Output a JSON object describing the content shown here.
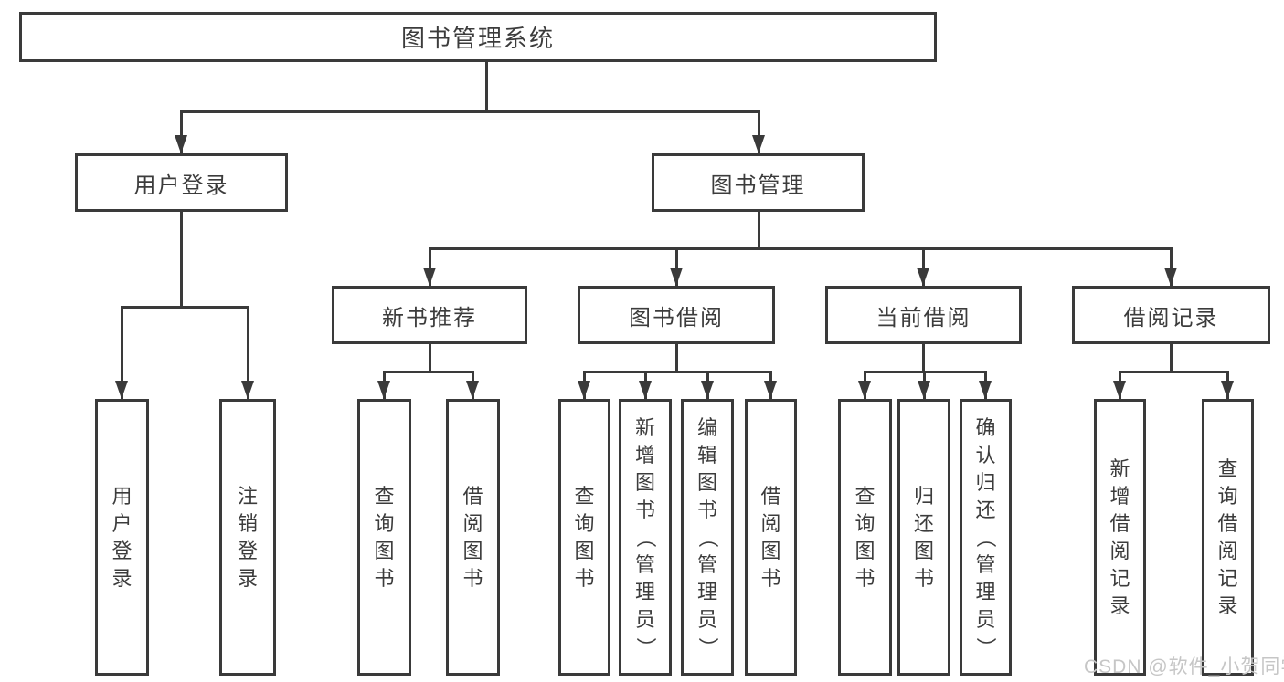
{
  "diagram_title": "图书管理系统",
  "watermark": "CSDN @软件_小贺同学",
  "colors": {
    "line": "#3a3a3a",
    "text": "#3c3c3c",
    "watermark": "#c6c6c6",
    "background": "#ffffff"
  },
  "chart_type": "tree-diagram",
  "tree": {
    "root": {
      "label": "图书管理系统"
    },
    "branches": [
      {
        "label": "用户登录",
        "children": [
          {
            "label": "用户登录"
          },
          {
            "label": "注销登录"
          }
        ]
      },
      {
        "label": "图书管理",
        "children": [
          {
            "label": "新书推荐",
            "children": [
              {
                "label": "查询图书"
              },
              {
                "label": "借阅图书"
              }
            ]
          },
          {
            "label": "图书借阅",
            "children": [
              {
                "label": "查询图书"
              },
              {
                "label": "新增图书（管理员）"
              },
              {
                "label": "编辑图书（管理员）"
              },
              {
                "label": "借阅图书"
              }
            ]
          },
          {
            "label": "当前借阅",
            "children": [
              {
                "label": "查询图书"
              },
              {
                "label": "归还图书"
              },
              {
                "label": "确认归还（管理员）"
              }
            ]
          },
          {
            "label": "借阅记录",
            "children": [
              {
                "label": "新增借阅记录"
              },
              {
                "label": "查询借阅记录"
              }
            ]
          }
        ]
      }
    ]
  }
}
